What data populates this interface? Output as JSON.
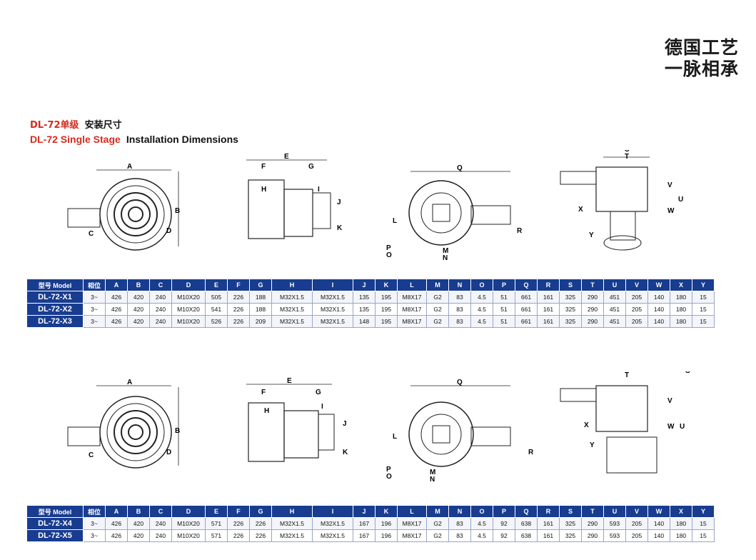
{
  "slogan": {
    "line1": "德国工艺",
    "line2": "一脉相承"
  },
  "heading": {
    "cn_model": "DL-72单级",
    "cn_title": "安装尺寸",
    "en_model": "DL-72 Single Stage",
    "en_title": "Installation Dimensions"
  },
  "drawing_labels": {
    "front_top": [
      "A",
      "B",
      "C",
      "D"
    ],
    "side": [
      "E",
      "F",
      "G",
      "H",
      "I",
      "J",
      "K"
    ],
    "back": [
      "Q",
      "L",
      "M",
      "N",
      "O",
      "P",
      "R"
    ],
    "right": [
      "S",
      "T",
      "V",
      "U",
      "W",
      "X",
      "Y"
    ]
  },
  "table_top": {
    "headers": [
      "型号 Model",
      "相位",
      "A",
      "B",
      "C",
      "D",
      "E",
      "F",
      "G",
      "H",
      "I",
      "J",
      "K",
      "L",
      "M",
      "N",
      "O",
      "P",
      "Q",
      "R",
      "S",
      "T",
      "U",
      "V",
      "W",
      "X",
      "Y"
    ],
    "rows": [
      [
        "DL-72-X1",
        "3~",
        "426",
        "420",
        "240",
        "M10X20",
        "505",
        "226",
        "188",
        "M32X1.5",
        "M32X1.5",
        "135",
        "195",
        "M8X17",
        "G2",
        "83",
        "4.5",
        "51",
        "661",
        "161",
        "325",
        "290",
        "451",
        "205",
        "140",
        "180",
        "15"
      ],
      [
        "DL-72-X2",
        "3~",
        "426",
        "420",
        "240",
        "M10X20",
        "541",
        "226",
        "188",
        "M32X1.5",
        "M32X1.5",
        "135",
        "195",
        "M8X17",
        "G2",
        "83",
        "4.5",
        "51",
        "661",
        "161",
        "325",
        "290",
        "451",
        "205",
        "140",
        "180",
        "15"
      ],
      [
        "DL-72-X3",
        "3~",
        "426",
        "420",
        "240",
        "M10X20",
        "526",
        "226",
        "209",
        "M32X1.5",
        "M32X1.5",
        "148",
        "195",
        "M8X17",
        "G2",
        "83",
        "4.5",
        "51",
        "661",
        "161",
        "325",
        "290",
        "451",
        "205",
        "140",
        "180",
        "15"
      ]
    ]
  },
  "table_bottom": {
    "headers": [
      "型号 Model",
      "相位",
      "A",
      "B",
      "C",
      "D",
      "E",
      "F",
      "G",
      "H",
      "I",
      "J",
      "K",
      "L",
      "M",
      "N",
      "O",
      "P",
      "Q",
      "R",
      "S",
      "T",
      "U",
      "V",
      "W",
      "X",
      "Y"
    ],
    "rows": [
      [
        "DL-72-X4",
        "3~",
        "426",
        "420",
        "240",
        "M10X20",
        "571",
        "226",
        "226",
        "M32X1.5",
        "M32X1.5",
        "167",
        "196",
        "M8X17",
        "G2",
        "83",
        "4.5",
        "92",
        "638",
        "161",
        "325",
        "290",
        "593",
        "205",
        "140",
        "180",
        "15"
      ],
      [
        "DL-72-X5",
        "3~",
        "426",
        "420",
        "240",
        "M10X20",
        "571",
        "226",
        "226",
        "M32X1.5",
        "M32X1.5",
        "167",
        "196",
        "M8X17",
        "G2",
        "83",
        "4.5",
        "92",
        "638",
        "161",
        "325",
        "290",
        "593",
        "205",
        "140",
        "180",
        "15"
      ]
    ]
  },
  "colors": {
    "header_bg": "#183c8f",
    "accent_red": "#d52b1e"
  }
}
